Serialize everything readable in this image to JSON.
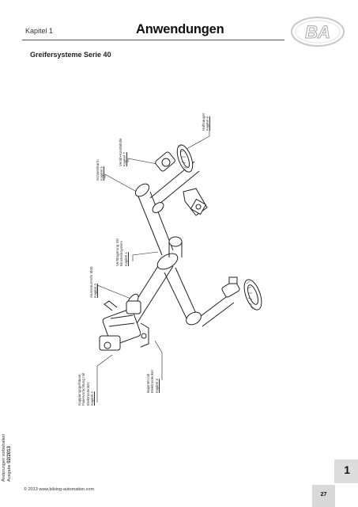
{
  "header": {
    "chapter": "Kapitel 1",
    "title": "Anwendungen",
    "logo_text": "BA"
  },
  "section_title": "Greifersysteme Serie 40",
  "labels": {
    "kupplung": [
      "Kupplungsgehäuse;",
      "Fixiervorrichtung mit",
      "Elektrostecker;",
      "Kapitel 2"
    ],
    "bajonett": [
      "Bajonett mit",
      "Elektrostecker",
      "Kapitel 3"
    ],
    "alurohr": [
      "Aluminiumrohr Ø40",
      "Kapitel 4"
    ],
    "verlaengerung": [
      "Verlängerung mit",
      "Einstecksystem",
      "Kapitel 1"
    ],
    "schwenkarm": [
      "Schwenkarm",
      "Kapitel 5"
    ],
    "ventil": [
      "Ventil+Kombitülle",
      "Kapitel 7"
    ],
    "haftsauger": [
      "Haftsauger",
      "Kapitel 6"
    ]
  },
  "side_note": {
    "line1": "Änderungen vorbehalten",
    "line2_prefix": "Ausgabe ",
    "line2_date": "02/2013"
  },
  "footer": {
    "copyright": "© 2013 www.bilsing-automation.com",
    "page_number": "27",
    "tab_number": "1"
  },
  "colors": {
    "tab": "#dcdcdc",
    "page_box": "#d9d9d9",
    "rule": "#555555"
  }
}
